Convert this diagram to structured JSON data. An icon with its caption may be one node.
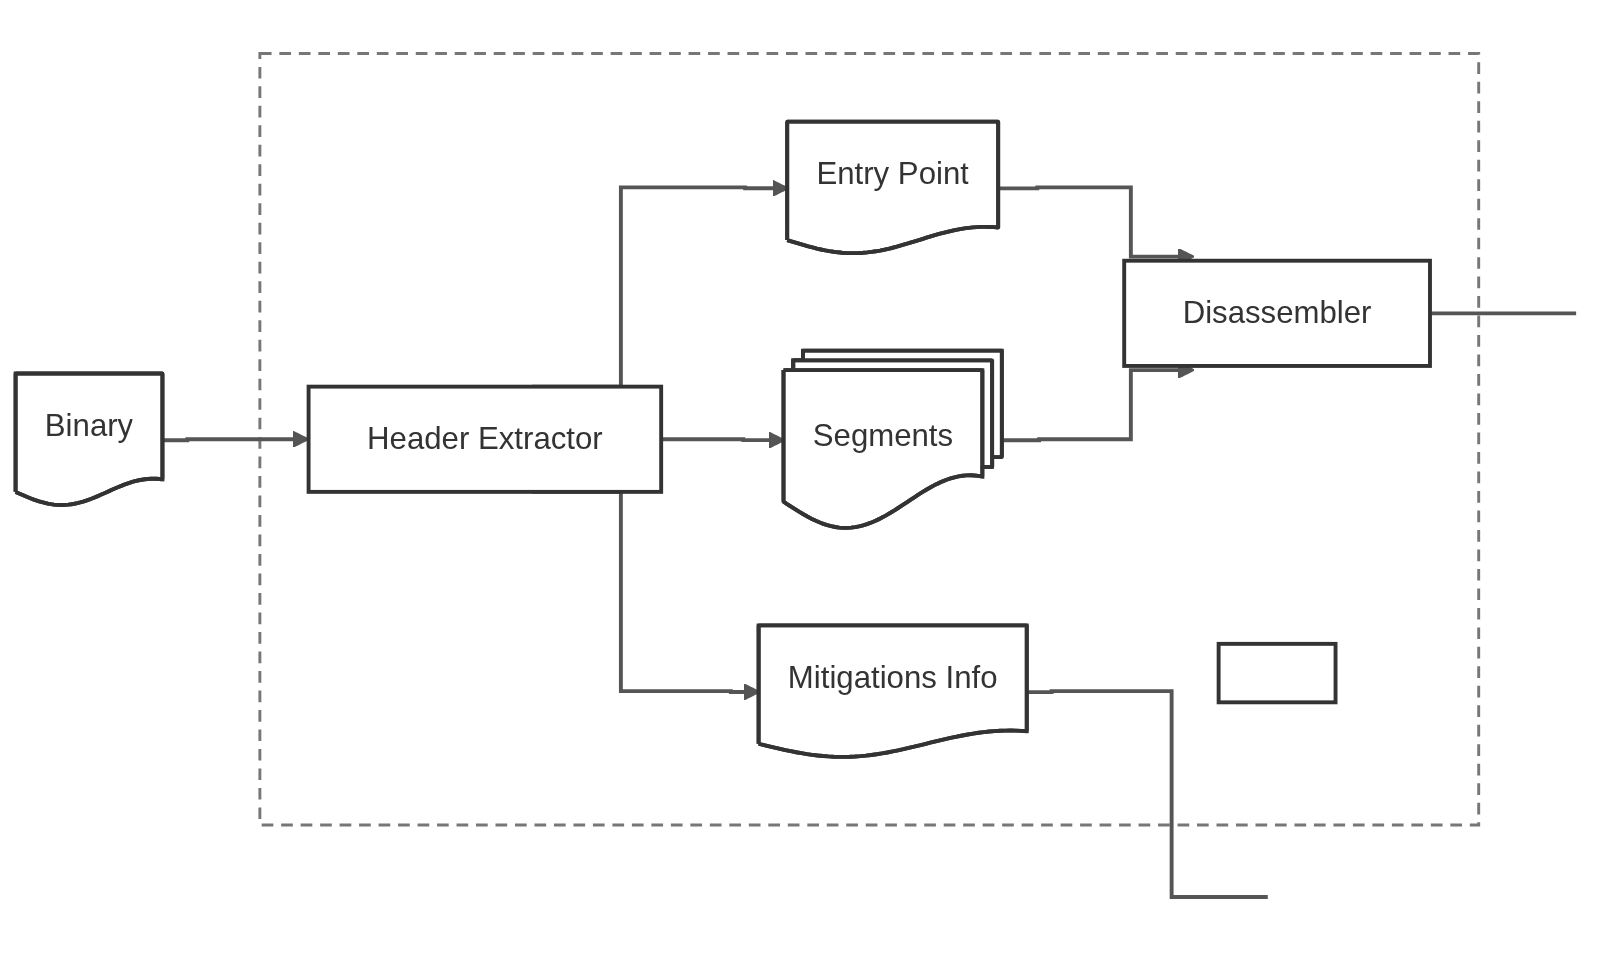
{
  "diagram": {
    "nodes": [
      {
        "text": [
          "Binary"
        ]
      },
      {
        "text": [],
        "shape": "box"
      },
      {
        "text": [
          "Header Extractor"
        ],
        "in": 1
      },
      {
        "text": [
          "Entry Point"
        ],
        "in": 1
      },
      {
        "text": [
          "Segments"
        ],
        "in": 1
      },
      {
        "text": [
          "Mitigations Info"
        ],
        "in": 1
      },
      {
        "text": [
          "Disassembler"
        ],
        "in": 1
      },
      {
        "text": [],
        "shape": "box",
        "in": 1
      }
    ],
    "edges": [
      {
        "from": 0,
        "to": 2,
        "arrow": "to"
      },
      {
        "from": 2,
        "to": 3,
        "arrow": "to"
      },
      {
        "from": 2,
        "to": 4,
        "arrow": "to"
      },
      {
        "from": 2,
        "to": 5,
        "arrow": "to"
      },
      {
        "from": 3,
        "to": 6,
        "arrow": "to"
      },
      {
        "from": 4,
        "to": 6,
        "arrow": "to"
      },
      {
        "from": 6,
        "to": null,
        "arrow": "none"
      },
      {
        "from": 5,
        "to": null,
        "arrow": "none"
      }
    ]
  }
}
